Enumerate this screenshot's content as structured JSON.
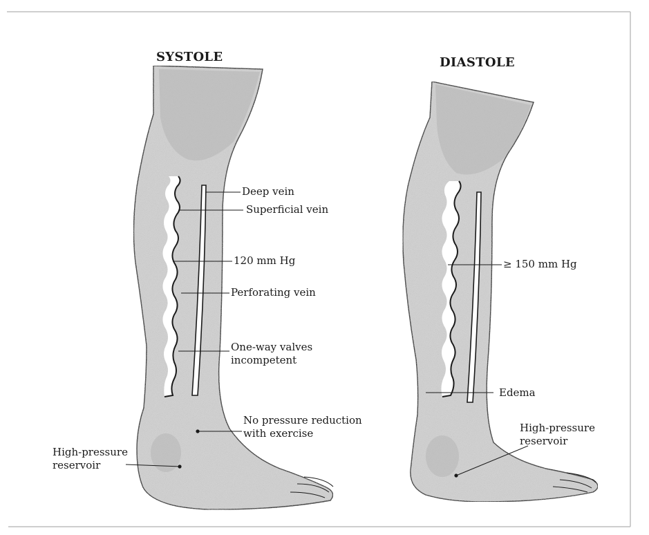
{
  "panels": {
    "systole": {
      "heading": "SYSTOLE",
      "labels": {
        "deep_vein": "Deep vein",
        "superficial_vein": "Superficial vein",
        "pressure": "120 mm Hg",
        "perforating_vein": "Perforating vein",
        "valves_line1": "One-way valves",
        "valves_line2": "incompetent",
        "no_pressure_line1": "No pressure reduction",
        "no_pressure_line2": "with exercise",
        "reservoir_line1": "High-pressure",
        "reservoir_line2": "reservoir"
      }
    },
    "diastole": {
      "heading": "DIASTOLE",
      "labels": {
        "pressure": "≥ 150 mm Hg",
        "edema": "Edema",
        "reservoir_line1": "High-pressure",
        "reservoir_line2": "reservoir"
      }
    }
  },
  "colors": {
    "skin": "#d2d2d2",
    "skin_shadow": "#b4b4b4",
    "outline": "#1a1a1a",
    "vein_lumen": "#ffffff",
    "frame": "#bdbdbd"
  }
}
